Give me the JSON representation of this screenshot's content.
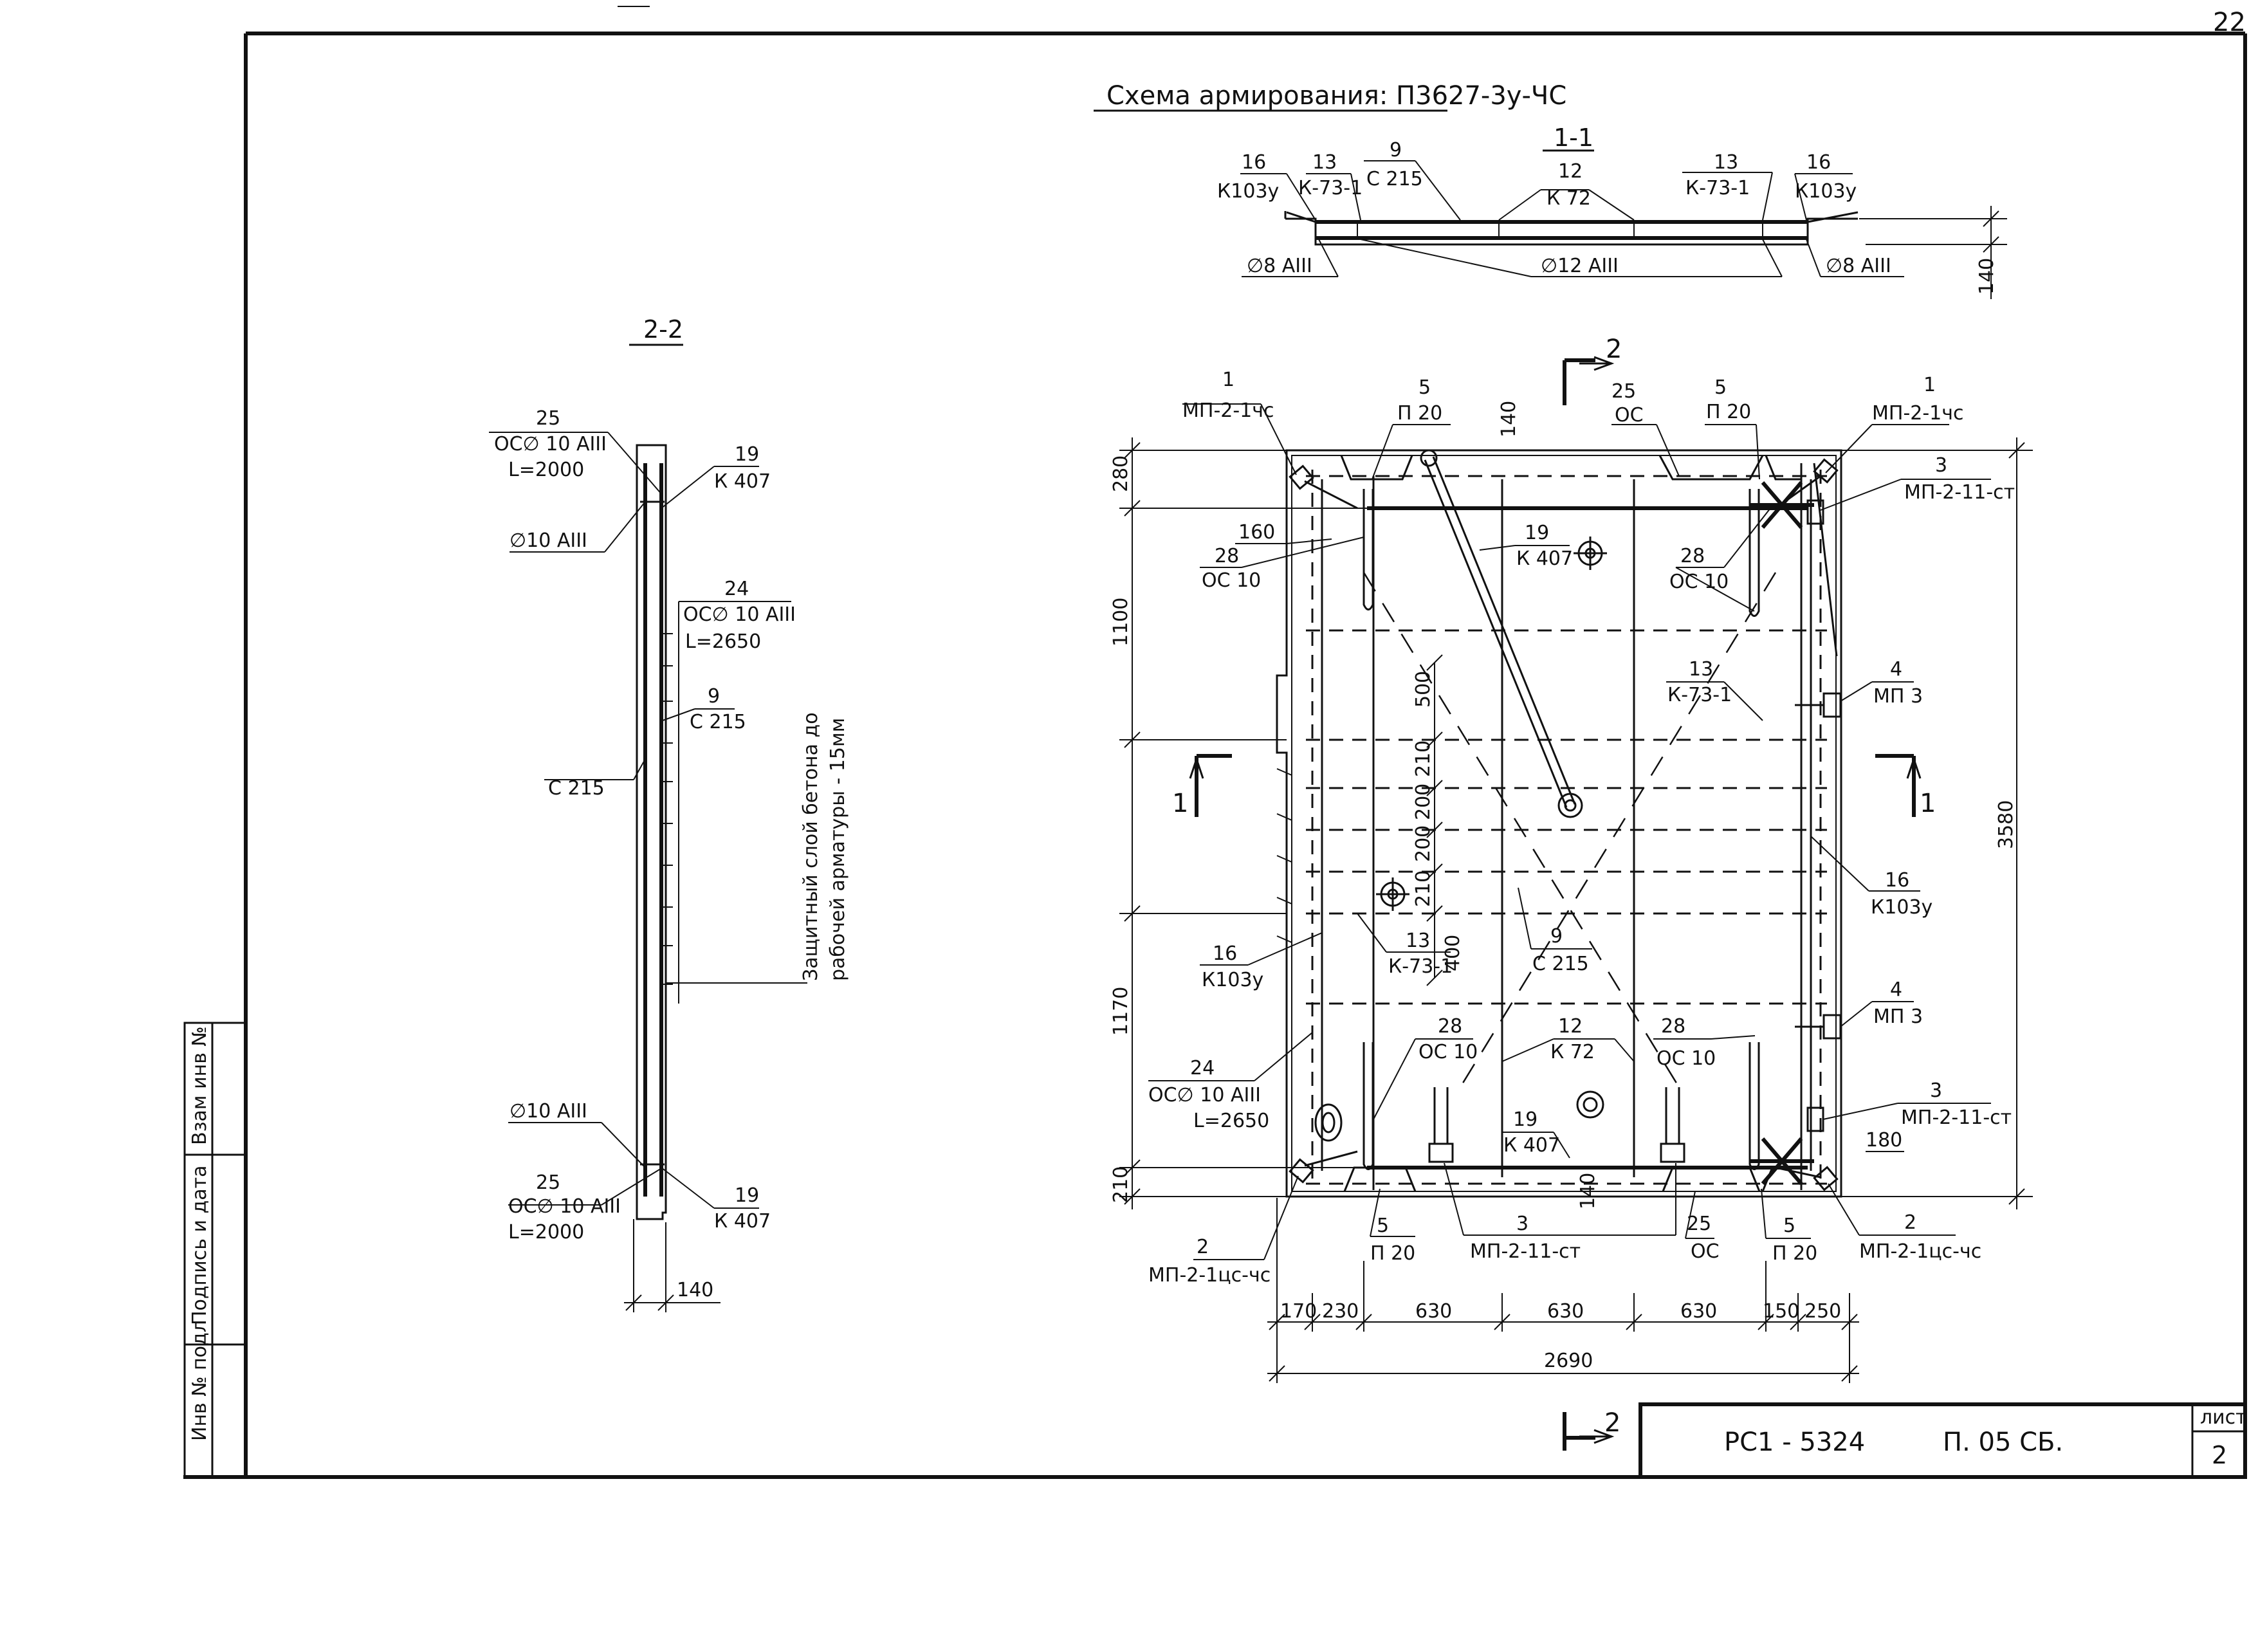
{
  "page": {
    "corner_number": "22"
  },
  "title": "Схема армирования: П3627-3у-ЧС",
  "section11": {
    "name": "1-1",
    "labels": [
      {
        "num": "16",
        "mark": "К103у"
      },
      {
        "num": "13",
        "mark": "К-73-1"
      },
      {
        "num": "9",
        "mark": "С 215"
      },
      {
        "num": "12",
        "mark": "К 72"
      },
      {
        "num": "13",
        "mark": "К-73-1"
      },
      {
        "num": "16",
        "mark": "К103у"
      }
    ],
    "bars": [
      "∅8 AIII",
      "∅12 AIII",
      "∅8 AIII"
    ],
    "dim": "140"
  },
  "section22": {
    "name": "2-2",
    "top": {
      "num": "25",
      "mark": "ОС∅ 10 AIII",
      "length": "L=2000"
    },
    "top19": {
      "num": "19",
      "mark": "К 407"
    },
    "top_bar": "∅10 AIII",
    "mid24": {
      "num": "24",
      "mark": "ОС∅ 10 AIII",
      "length": "L=2650"
    },
    "mid9": {
      "num": "9",
      "mark": "С 215"
    },
    "left_mark": "С 215",
    "note_line1": "Защитный слой бетона до",
    "note_line2": "рабочей  арматуры - 15мм",
    "bot_bar": "∅10 AIII",
    "bot": {
      "num": "25",
      "mark": "ОС∅ 10 AIII",
      "length": "L=2000"
    },
    "bot19": {
      "num": "19",
      "mark": "К 407"
    },
    "dim": "140"
  },
  "plan": {
    "section_marks": {
      "cut": "1",
      "cut2": "2"
    },
    "callouts": {
      "mp21chs_l": {
        "num": "1",
        "mark": "МП-2-1чс"
      },
      "p20_tl": {
        "num": "5",
        "mark": "П 20"
      },
      "dim140_top": "140",
      "os_top": {
        "num": "25",
        "mark": "ОС"
      },
      "p20_tr": {
        "num": "5",
        "mark": "П 20"
      },
      "mp21chs_r": {
        "num": "1",
        "mark": "МП-2-1чс"
      },
      "mp211st_tr": {
        "num": "3",
        "mark": "МП-2-11-ст"
      },
      "dim160": "160",
      "os10_tl": {
        "num": "28",
        "mark": "ОС 10"
      },
      "k407_top": {
        "num": "19",
        "mark": "К 407"
      },
      "os10_tr": {
        "num": "28",
        "mark": "ОС 10"
      },
      "k731_r": {
        "num": "13",
        "mark": "К-73-1"
      },
      "mp3_top": {
        "num": "4",
        "mark": "МП 3"
      },
      "k103y_r": {
        "num": "16",
        "mark": "К103у"
      },
      "k103y_l": {
        "num": "16",
        "mark": "К103у"
      },
      "k731_c": {
        "num": "13",
        "mark": "К-73-1"
      },
      "c215": {
        "num": "9",
        "mark": "С 215"
      },
      "mp3_bot": {
        "num": "4",
        "mark": "МП 3"
      },
      "os10_bl": {
        "num": "28",
        "mark": "ОС 10"
      },
      "k72": {
        "num": "12",
        "mark": "К 72"
      },
      "os10_br": {
        "num": "28",
        "mark": "ОС 10"
      },
      "oc24": {
        "num": "24",
        "mark": "ОС∅ 10 AIII",
        "length": "L=2650"
      },
      "mp211st_br": {
        "num": "3",
        "mark": "МП-2-11-ст"
      },
      "k407_bot": {
        "num": "19",
        "mark": "К 407"
      },
      "dim180": "180",
      "dim140_bot": "140",
      "p20_bl": {
        "num": "5",
        "mark": "П 20"
      },
      "mp211st_b": {
        "num": "3",
        "mark": "МП-2-11-ст"
      },
      "os_bot": {
        "num": "25",
        "mark": "ОС"
      },
      "p20_br": {
        "num": "5",
        "mark": "П 20"
      },
      "mp21ts_l": {
        "num": "2",
        "mark": "МП-2-1цс-чс"
      },
      "mp21ts_r": {
        "num": "2",
        "mark": "МП-2-1цс-чс"
      }
    },
    "left_dims": [
      "280",
      "1100",
      "1170",
      "210"
    ],
    "inner_dims": [
      "500",
      "210",
      "200",
      "200",
      "210",
      "400"
    ],
    "right_dim": "3580",
    "bottom_dims": [
      "170",
      "230",
      "630",
      "630",
      "630",
      "150",
      "250"
    ],
    "total_width": "2690"
  },
  "side_stamp": [
    "Инв № подл",
    "Подпись и дата",
    "Взам инв №"
  ],
  "title_block": {
    "code": "РС1 - 5324",
    "part": "П.  05 СБ.",
    "sheet_label": "лист",
    "sheet_number": "2"
  }
}
